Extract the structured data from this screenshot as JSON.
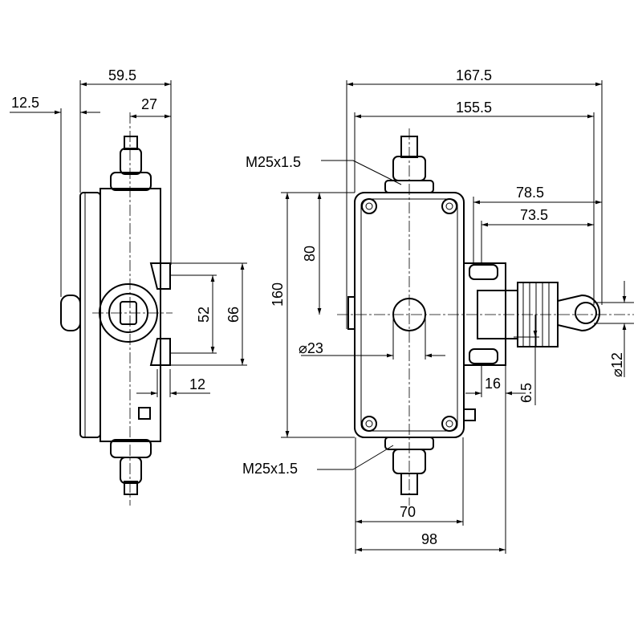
{
  "side_view": {
    "width_total": "59.5",
    "offset_left": "12.5",
    "offset_right": "27",
    "bracket_inner": "52",
    "bracket_outer": "66",
    "bracket_depth": "12"
  },
  "front_view": {
    "overall_length": "167.5",
    "length_to_eye": "155.5",
    "thread_top": "M25x1.5",
    "thread_bottom": "M25x1.5",
    "ext_outer": "78.5",
    "ext_inner": "73.5",
    "height_center": "80",
    "height_total": "160",
    "button_diameter": "⌀23",
    "bracket_width": "16",
    "bracket_offset": "6.5",
    "eye_diameter": "⌀12",
    "hole_spacing": "70",
    "body_width": "98"
  }
}
